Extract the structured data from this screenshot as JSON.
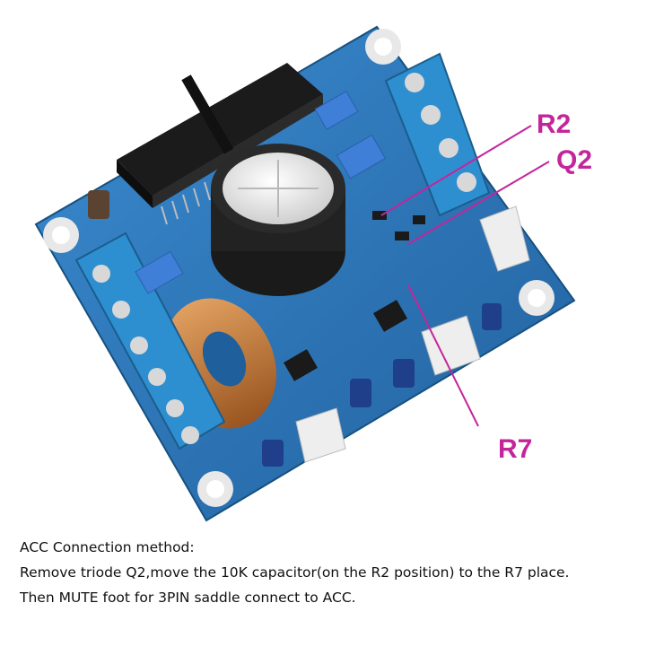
{
  "labels": {
    "r2": "R2",
    "q2": "Q2",
    "r7": "R7"
  },
  "caption": {
    "heading": "ACC Connection method:",
    "line1": "Remove triode Q2,move the 10K capacitor(on the R2 position) to the R7 place.",
    "line2": "Then MUTE foot for 3PIN saddle connect to ACC."
  },
  "colors": {
    "board": "#2f7ec2",
    "board_dark": "#1f5f9c",
    "annotation": "#c3269b",
    "terminal": "#2e8fd0",
    "heatsink": "#1b1b1b",
    "coil": "#c47a35"
  }
}
